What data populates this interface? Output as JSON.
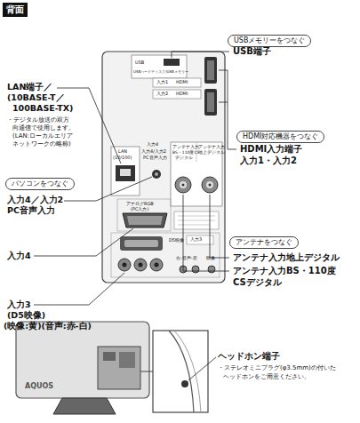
{
  "diagram": {
    "nodes": [
      {
        "text": [
          "背面"
        ]
      },
      {
        "text": [
          "USBメモリーをつなぐ"
        ]
      },
      {
        "text": [
          "HDMI対応機器をつなぐ"
        ]
      },
      {
        "text": [
          "パソコンをつなぐ"
        ]
      },
      {
        "text": [
          "アンテナをつなぐ"
        ]
      }
    ],
    "labels": [
      "USB端子",
      "LAN端子／",
      "(10BASE-T／",
      "100BASE-TX)",
      "・デジタル放送の双方",
      "向通信で使用します。",
      "(LAN:ローカルエリア",
      "ネットワークの略称)",
      "HDMI入力端子",
      "入力1・入力2",
      "入力4／入力2",
      "PC音声入力",
      "入力4",
      "アンテナ入力地上デジタル",
      "アンテナ入力BS・110度",
      "CSデジタル",
      "入力3",
      "(D5映像)",
      "(映像:黄)(音声:赤-白)",
      "ヘッドホン端子",
      "・ステレオミニプラグ(φ3.5mm)の付いた",
      "ヘッドホンをご用意ください。",
      "USB",
      "USBハードディスク/USBメモリー",
      "入力1",
      "HDMI",
      "入力2",
      "HDMI",
      "LAN",
      "(10/100)",
      "入力4",
      "入力4/入力2",
      "PC音声入力",
      "アンテナ入力",
      "BS・110度CS",
      "デジタル",
      "アンテナ入力",
      "地上デジタル",
      "アナログRGB",
      "(PC入力)",
      "D5映像",
      "入力3",
      "右-音声-左",
      "映像",
      "AQUOS"
    ]
  }
}
